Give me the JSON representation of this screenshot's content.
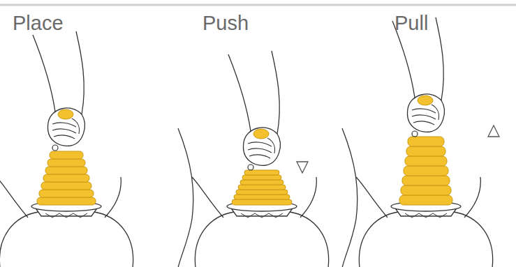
{
  "diagram": {
    "labels": [
      "Place",
      "Push",
      "Pull"
    ]
  }
}
